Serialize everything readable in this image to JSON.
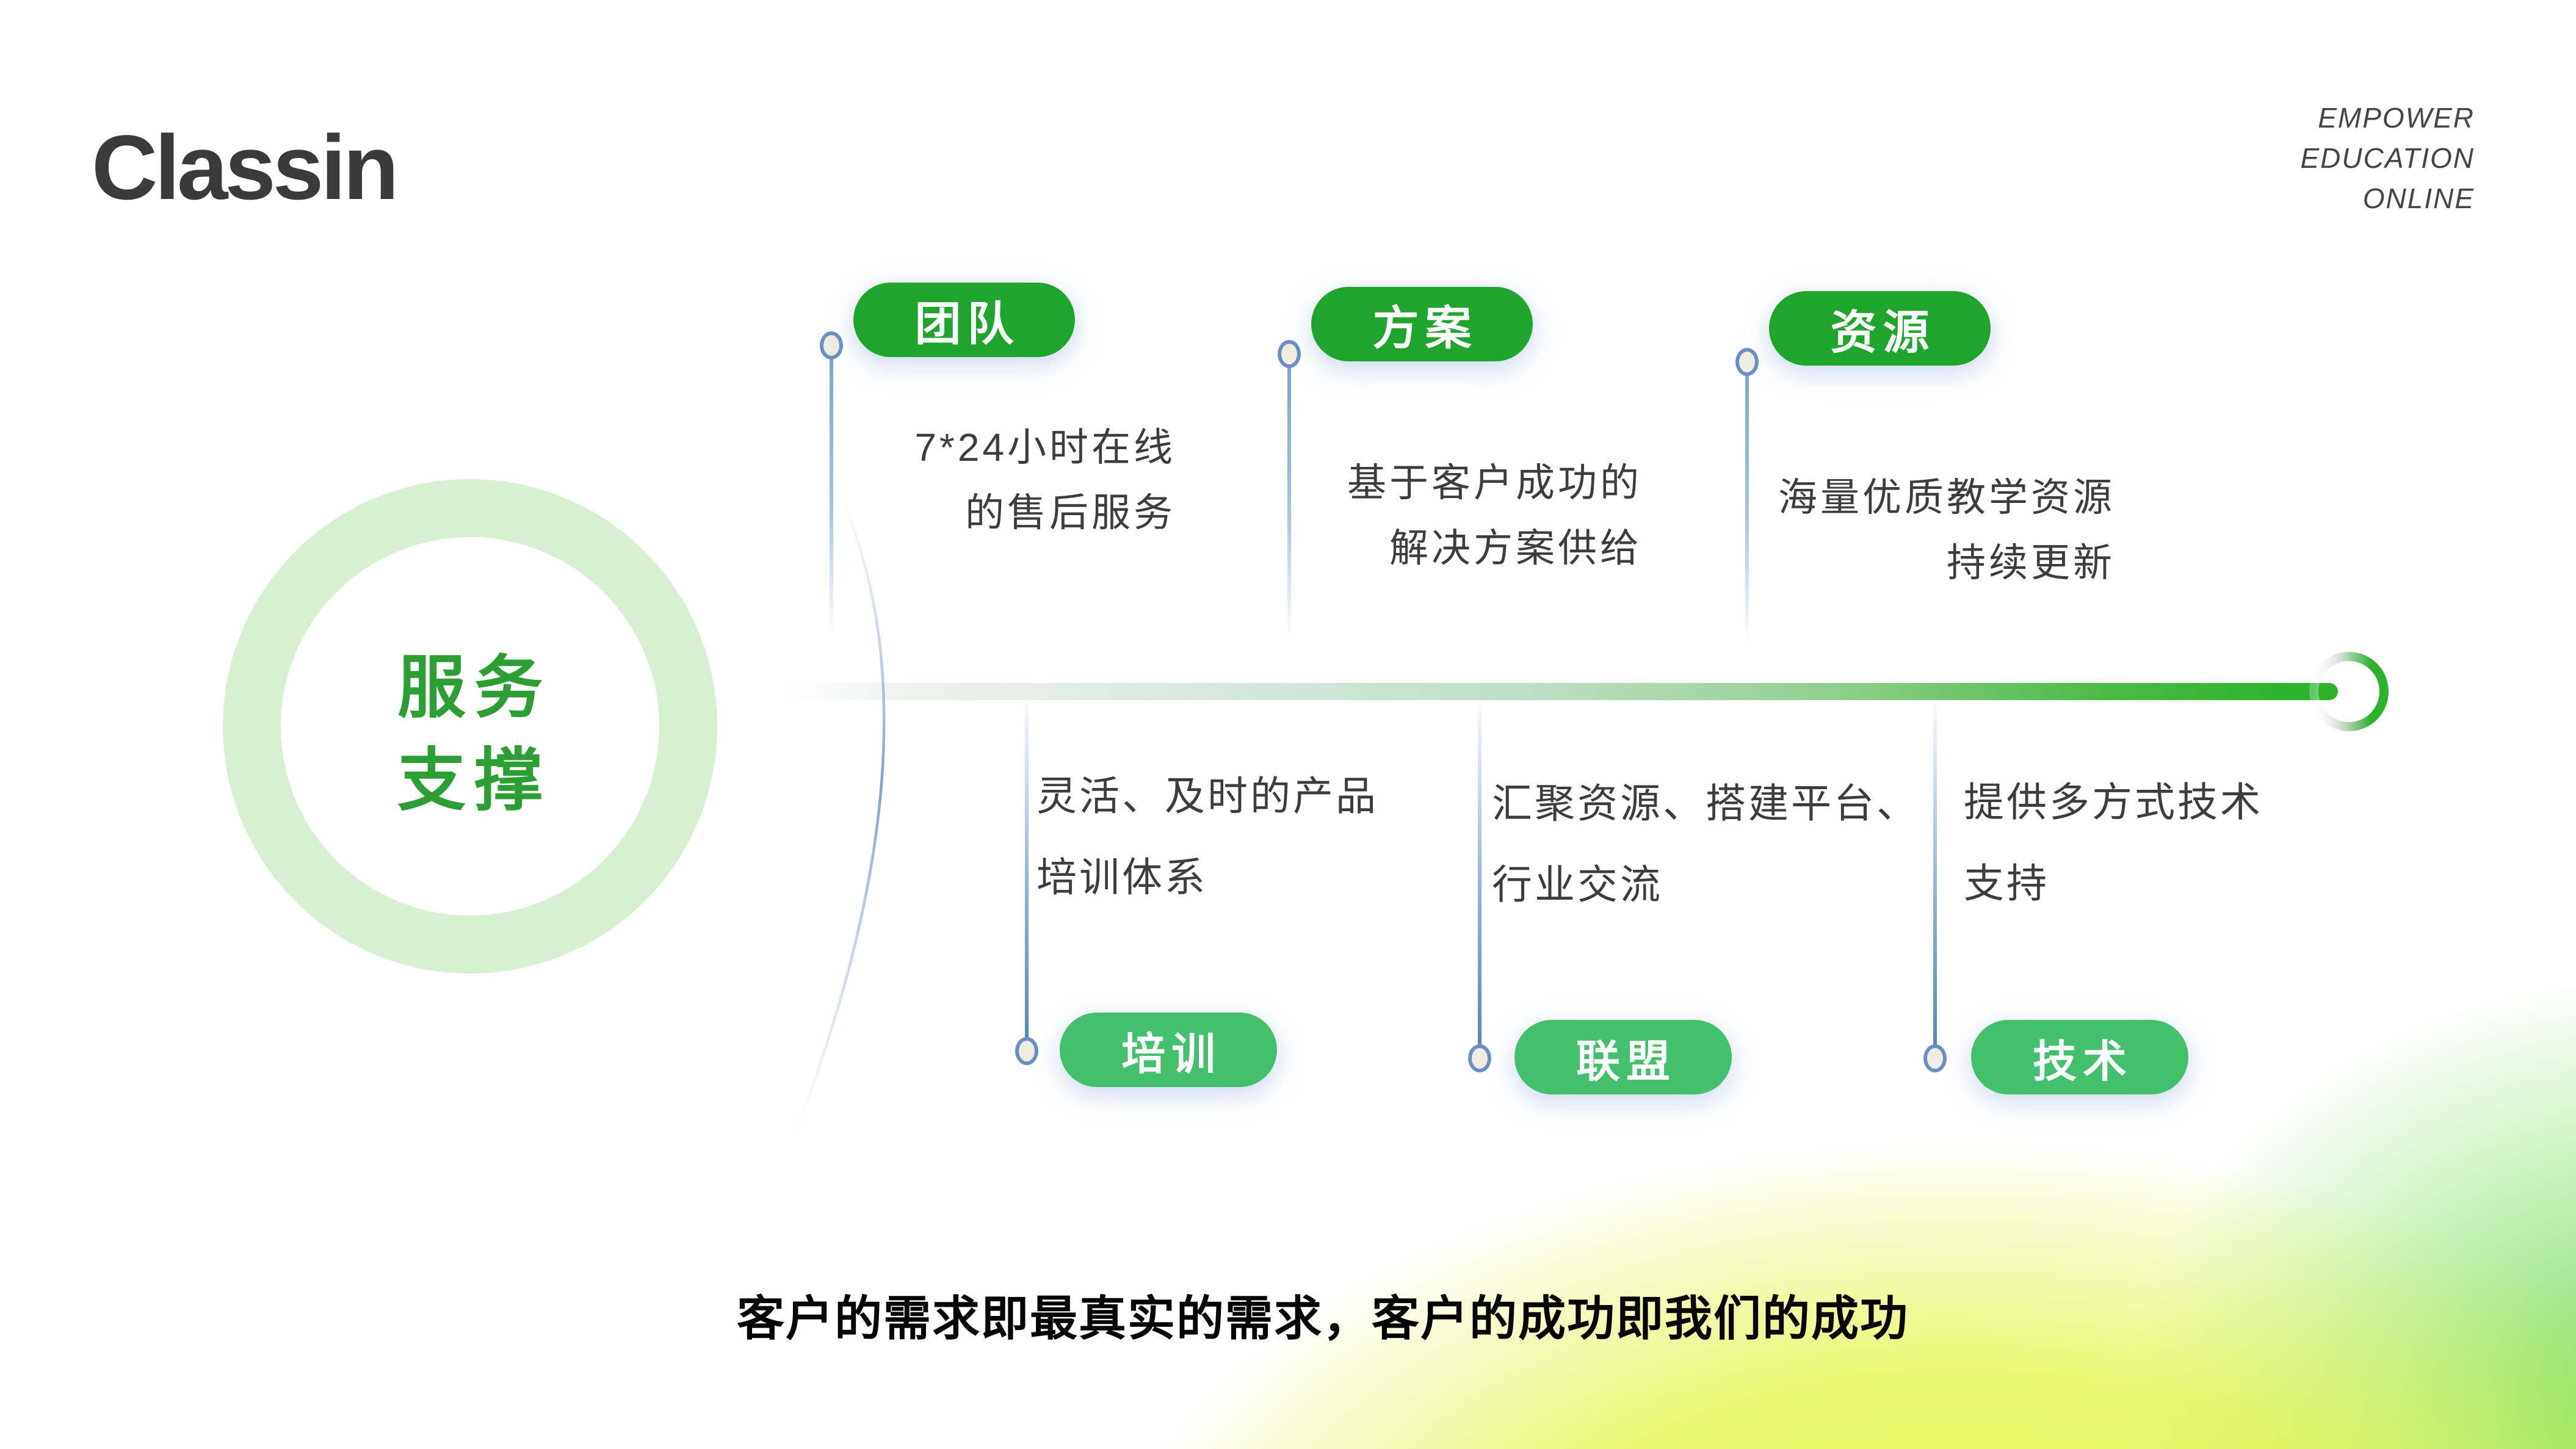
{
  "brand": {
    "logo_text": "Classin",
    "tagline": [
      "EMPOWER",
      "EDUCATION",
      "ONLINE"
    ]
  },
  "hub": {
    "line1": "服务",
    "line2": "支撑"
  },
  "top_items": [
    {
      "label": "团队",
      "line1": "7*24小时在线",
      "line2": "的售后服务"
    },
    {
      "label": "方案",
      "line1": "基于客户成功的",
      "line2": "解决方案供给"
    },
    {
      "label": "资源",
      "line1": "海量优质教学资源",
      "line2": "持续更新"
    }
  ],
  "bottom_items": [
    {
      "label": "培训",
      "line1": "灵活、及时的产品",
      "line2": "培训体系"
    },
    {
      "label": "联盟",
      "line1": "汇聚资源、搭建平台、",
      "line2": "行业交流"
    },
    {
      "label": "技术",
      "line1": "提供多方式技术",
      "line2": "支持"
    }
  ],
  "footer": {
    "slogan": "客户的需求即最真实的需求，客户的成功即我们的成功"
  },
  "colors": {
    "pill_top_green": "#1fa52c",
    "pill_bottom_green": "#43c06c",
    "timeline_green": "#2db22d",
    "hub_ring_green": "#d9efd2",
    "hub_text_green": "#2d9e33",
    "node_stroke_blue": "#6a8fc7",
    "glow_yellow": "#e1f33c",
    "glow_green": "#70db50",
    "text_dark": "#3d3d3d"
  }
}
